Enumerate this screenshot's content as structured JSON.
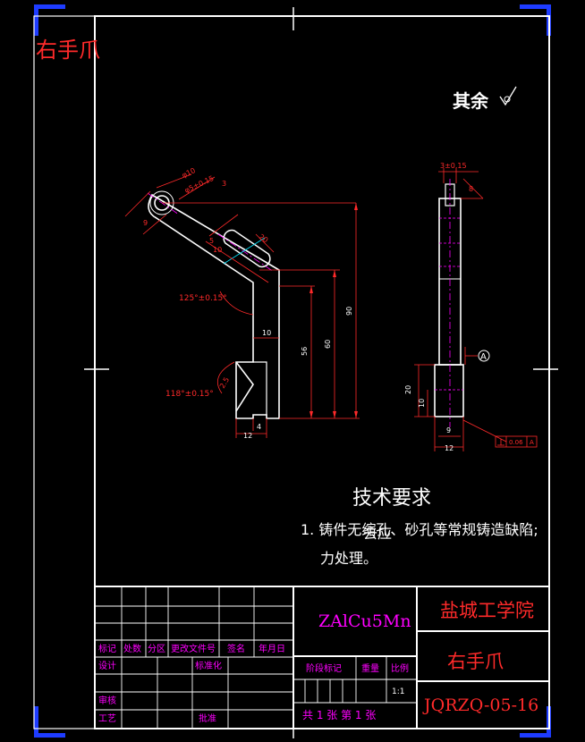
{
  "title_stamp": "右手爪",
  "roughness": {
    "label": "其余"
  },
  "tech": {
    "heading": "技术要求",
    "line1": "1. 铸件无缩孔、砂孔等常规铸造缺陷;",
    "overlap": "去应",
    "line2": "力处理。"
  },
  "dims": {
    "phi10": "φ10",
    "phi5": "φ5±0.15",
    "d20": "20",
    "d5": "5",
    "d10": "10",
    "d9": "9",
    "d90": "90",
    "d60": "60",
    "d56": "56",
    "d12": "12",
    "d4": "4",
    "d2_5": "2.5",
    "d3": "3",
    "side_top": "3±0.15",
    "side_20": "20",
    "side_10": "10",
    "side_9": "9",
    "side_12": "12",
    "side_8": "8",
    "angle1": "125°±0.15°",
    "angle2": "118°±0.15°",
    "datum": "A",
    "gtol_value": "0.06",
    "gtol_ref": "A"
  },
  "titleblock": {
    "material": "ZAlCu5Mn",
    "school": "盐城工学院",
    "part_name": "右手爪",
    "drawing_no": "JQRZQ-05-16",
    "h_biaoji": "标记",
    "h_chushu": "处数",
    "h_fenqu": "分区",
    "h_gengai": "更改文件号",
    "h_qianming": "签名",
    "h_nianyueri": "年月日",
    "sheji": "设计",
    "biaozhunhua": "标准化",
    "shenhe": "审核",
    "gongyi": "工艺",
    "pizhun": "批准",
    "jieduan": "阶段标记",
    "zhongliang": "重量",
    "bili": "比例",
    "scale": "1:1",
    "sheets": "共 1 张 第 1 张"
  },
  "colors": {
    "background": "#000000",
    "frame": "#ffffff",
    "annotation": "#ff2a2a",
    "titleblock_text": "#ff00ff",
    "centerline": "#ff00ff",
    "corner": "#1e3cff"
  }
}
